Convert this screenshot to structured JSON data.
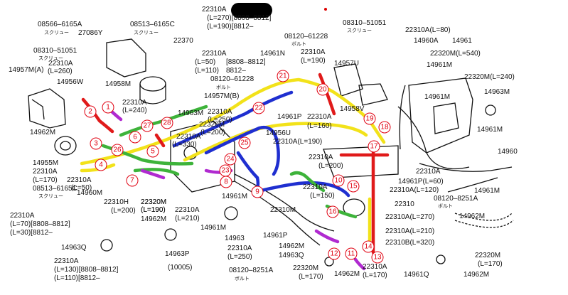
{
  "colors": {
    "yellow": "#f2e21a",
    "blue": "#1f2fd0",
    "green": "#3db33a",
    "red": "#e01a1a",
    "purple": "#b02ad0",
    "black": "#111111",
    "accent_number": "#e00010"
  },
  "labels": [
    {
      "id": "l1",
      "text": "08566–6165A"
    },
    {
      "id": "l2",
      "text": "スクリュー"
    },
    {
      "id": "l3",
      "text": "27086Y"
    },
    {
      "id": "l4",
      "text": "08513–6165C"
    },
    {
      "id": "l5",
      "text": "スクリュー"
    },
    {
      "id": "l6",
      "text": "22370"
    },
    {
      "id": "l7",
      "text": "08310–51051"
    },
    {
      "id": "l8",
      "text": "スクリュー"
    },
    {
      "id": "l9",
      "text": "22310A"
    },
    {
      "id": "l10",
      "text": "14957M(A)"
    },
    {
      "id": "l11",
      "text": "(L=260)"
    },
    {
      "id": "l12",
      "text": "14956W"
    },
    {
      "id": "l13",
      "text": "14958M"
    },
    {
      "id": "l14",
      "text": "22310A"
    },
    {
      "id": "l15",
      "text": "(L=240)"
    },
    {
      "id": "l16",
      "text": "14962M"
    },
    {
      "id": "l17",
      "text": "14955M"
    },
    {
      "id": "l18",
      "text": "22310A"
    },
    {
      "id": "l19",
      "text": "(L=170)"
    },
    {
      "id": "l20",
      "text": "08513–6165C"
    },
    {
      "id": "l21",
      "text": "スクリュー"
    },
    {
      "id": "l22",
      "text": "22310A"
    },
    {
      "id": "l23",
      "text": "(L=50)"
    },
    {
      "id": "l24",
      "text": "14960M"
    },
    {
      "id": "l25",
      "text": "22310H"
    },
    {
      "id": "l26",
      "text": "(L=200)"
    },
    {
      "id": "l27",
      "text": "22320M"
    },
    {
      "id": "l28",
      "text": "(L=190)"
    },
    {
      "id": "l29",
      "text": "14962M"
    },
    {
      "id": "l30",
      "text": "22310A"
    },
    {
      "id": "l31",
      "text": "(L=70)[8808–8812]"
    },
    {
      "id": "l32",
      "text": "(L=30)[8812–"
    },
    {
      "id": "l33",
      "text": "14963Q"
    },
    {
      "id": "l34",
      "text": "22310A"
    },
    {
      "id": "l35",
      "text": "(L=130)[8808–8812]"
    },
    {
      "id": "l36",
      "text": "(L=110)[8812–"
    },
    {
      "id": "l37",
      "text": "22310A"
    },
    {
      "id": "l38",
      "text": "(L=270)[8808–8812]"
    },
    {
      "id": "l39",
      "text": "(L=190)[8812–"
    },
    {
      "id": "l40",
      "text": "22310A"
    },
    {
      "id": "l41",
      "text": "(L=50)"
    },
    {
      "id": "l42",
      "text": "[8808–8812]"
    },
    {
      "id": "l43",
      "text": "(L=110)"
    },
    {
      "id": "l44",
      "text": "8812–"
    },
    {
      "id": "l45",
      "text": "08120–61228"
    },
    {
      "id": "l46",
      "text": "ボルト"
    },
    {
      "id": "l47",
      "text": "14957M(B)"
    },
    {
      "id": "l48",
      "text": "14963M"
    },
    {
      "id": "l49",
      "text": "22310A"
    },
    {
      "id": "l50",
      "text": "(L=250)"
    },
    {
      "id": "l51",
      "text": "22320M"
    },
    {
      "id": "l52",
      "text": "(L=200)"
    },
    {
      "id": "l53",
      "text": "22310A"
    },
    {
      "id": "l54",
      "text": "(L=330)"
    },
    {
      "id": "l55",
      "text": "22320M"
    },
    {
      "id": "l56",
      "text": "(L=190)"
    },
    {
      "id": "l57",
      "text": "22310A"
    },
    {
      "id": "l58",
      "text": "(L=210)"
    },
    {
      "id": "l59",
      "text": "14961M"
    },
    {
      "id": "l60",
      "text": "14963P"
    },
    {
      "id": "l61",
      "text": "(10005)"
    },
    {
      "id": "l62",
      "text": "14961N"
    },
    {
      "id": "l63",
      "text": "08120–61228"
    },
    {
      "id": "l64",
      "text": "ボルト"
    },
    {
      "id": "l65",
      "text": "22310A"
    },
    {
      "id": "l66",
      "text": "(L=190)"
    },
    {
      "id": "l67",
      "text": "08310–51051"
    },
    {
      "id": "l68",
      "text": "スクリュー"
    },
    {
      "id": "l69",
      "text": "14957U"
    },
    {
      "id": "l70",
      "text": "14961P"
    },
    {
      "id": "l71",
      "text": "22310A"
    },
    {
      "id": "l72",
      "text": "(L=160)"
    },
    {
      "id": "l73",
      "text": "14958V"
    },
    {
      "id": "l74",
      "text": "14956U"
    },
    {
      "id": "l75",
      "text": "22310A(L=190)"
    },
    {
      "id": "l76",
      "text": "22310A"
    },
    {
      "id": "l77",
      "text": "(L=200)"
    },
    {
      "id": "l78",
      "text": "14961M"
    },
    {
      "id": "l79",
      "text": "22310A"
    },
    {
      "id": "l80",
      "text": "(L=150)"
    },
    {
      "id": "l81",
      "text": "22310M"
    },
    {
      "id": "l82",
      "text": "14963"
    },
    {
      "id": "l83",
      "text": "14961P"
    },
    {
      "id": "l84",
      "text": "22310A"
    },
    {
      "id": "l85",
      "text": "(L=250)"
    },
    {
      "id": "l86",
      "text": "08120–8251A"
    },
    {
      "id": "l87",
      "text": "ボルト"
    },
    {
      "id": "l88",
      "text": "14962M"
    },
    {
      "id": "l89",
      "text": "14963Q"
    },
    {
      "id": "l90",
      "text": "22320M"
    },
    {
      "id": "l91",
      "text": "(L=170)"
    },
    {
      "id": "l92",
      "text": "14962M"
    },
    {
      "id": "l93",
      "text": "22310A"
    },
    {
      "id": "l94",
      "text": "(L=170)"
    },
    {
      "id": "l95",
      "text": "22310A(L=80)"
    },
    {
      "id": "l96",
      "text": "14961"
    },
    {
      "id": "l97",
      "text": "14960A"
    },
    {
      "id": "l98",
      "text": "22320M(L=540)"
    },
    {
      "id": "l99",
      "text": "14961M"
    },
    {
      "id": "l100",
      "text": "22320M(L=240)"
    },
    {
      "id": "l101",
      "text": "14963M"
    },
    {
      "id": "l102",
      "text": "14961M"
    },
    {
      "id": "l103",
      "text": "14961M"
    },
    {
      "id": "l104",
      "text": "14960"
    },
    {
      "id": "l105",
      "text": "22310A"
    },
    {
      "id": "l106",
      "text": "14961P(L=60)"
    },
    {
      "id": "l107",
      "text": "22310A(L=120)"
    },
    {
      "id": "l108",
      "text": "14961M"
    },
    {
      "id": "l109",
      "text": "08120–8251A"
    },
    {
      "id": "l110",
      "text": "ボルト"
    },
    {
      "id": "l111",
      "text": "22310"
    },
    {
      "id": "l112",
      "text": "22310A(L=270)"
    },
    {
      "id": "l113",
      "text": "22310A(L=210)"
    },
    {
      "id": "l114",
      "text": "22310B(L=320)"
    },
    {
      "id": "l115",
      "text": "14962M"
    },
    {
      "id": "l116",
      "text": "22320M"
    },
    {
      "id": "l117",
      "text": "(L=170)"
    },
    {
      "id": "l118",
      "text": "14962M"
    },
    {
      "id": "l119",
      "text": "14961Q"
    }
  ],
  "callouts": [
    {
      "id": "c1",
      "text": "1"
    },
    {
      "id": "c2",
      "text": "2"
    },
    {
      "id": "c3",
      "text": "3"
    },
    {
      "id": "c4",
      "text": "4"
    },
    {
      "id": "c5",
      "text": "5"
    },
    {
      "id": "c6",
      "text": "6"
    },
    {
      "id": "c7",
      "text": "7"
    },
    {
      "id": "c8",
      "text": "8"
    },
    {
      "id": "c9",
      "text": "9"
    },
    {
      "id": "c10",
      "text": "10"
    },
    {
      "id": "c11",
      "text": "11"
    },
    {
      "id": "c12",
      "text": "12"
    },
    {
      "id": "c13",
      "text": "13"
    },
    {
      "id": "c14",
      "text": "14"
    },
    {
      "id": "c15",
      "text": "15"
    },
    {
      "id": "c16",
      "text": "16"
    },
    {
      "id": "c17",
      "text": "17"
    },
    {
      "id": "c18",
      "text": "18"
    },
    {
      "id": "c19",
      "text": "19"
    },
    {
      "id": "c20",
      "text": "20"
    },
    {
      "id": "c21",
      "text": "21"
    },
    {
      "id": "c22",
      "text": "22"
    },
    {
      "id": "c23",
      "text": "23"
    },
    {
      "id": "c24",
      "text": "24"
    },
    {
      "id": "c25",
      "text": "25"
    },
    {
      "id": "c26",
      "text": "26"
    },
    {
      "id": "c27",
      "text": "27"
    },
    {
      "id": "c28",
      "text": "28"
    }
  ]
}
